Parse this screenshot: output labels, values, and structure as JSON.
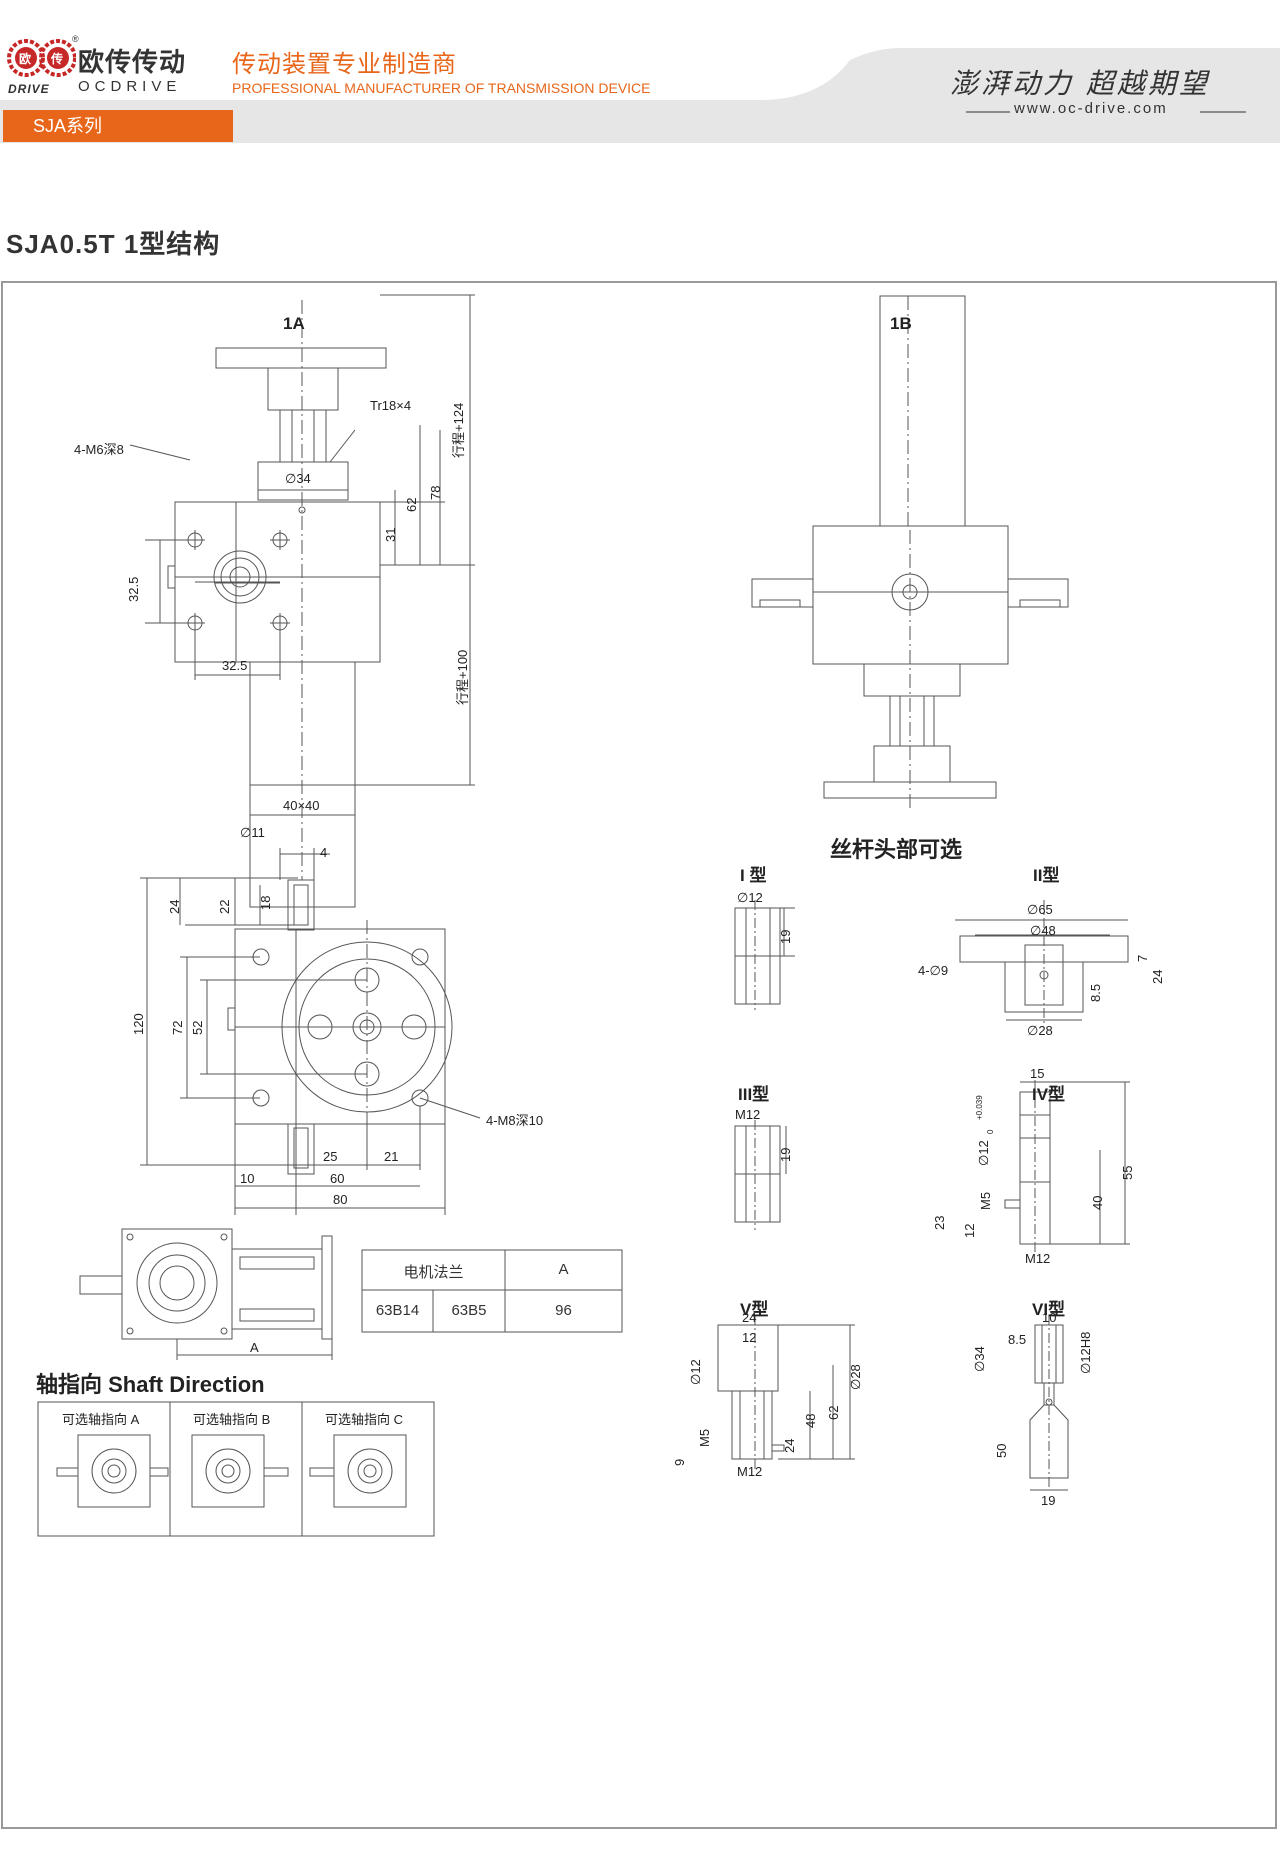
{
  "header": {
    "brand_cn": "欧传传动",
    "brand_en_left": "DRIVE",
    "brand_en_right": "OCDRIVE",
    "logo_gear1": "欧",
    "logo_gear2": "传",
    "registered": "®",
    "tagline_cn": "传动装置专业制造商",
    "tagline_en": "PROFESSIONAL MANUFACTURER OF TRANSMISSION DEVICE",
    "slogan": "澎湃动力 超越期望",
    "website": "www.oc-drive.com",
    "series_tab": "SJA系列"
  },
  "page_title": "SJA0.5T 1型结构",
  "views": {
    "view_1a": "1A",
    "view_1b": "1B",
    "thread": "Tr18×4",
    "dia34": "∅34",
    "holes_top": "4-M6深8",
    "dim_32_5_v": "32.5",
    "dim_32_5_h": "32.5",
    "dim_62": "62",
    "dim_78": "78",
    "dim_31": "31",
    "stroke_124": "行程+124",
    "stroke_100": "行程+100",
    "dim_40x40": "40×40"
  },
  "front": {
    "dia11": "∅11",
    "d4": "4",
    "d24": "24",
    "d22": "22",
    "d18": "18",
    "d120": "120",
    "d72": "72",
    "d52": "52",
    "holes": "4-M8深10",
    "d25": "25",
    "d21": "21",
    "d10": "10",
    "d60": "60",
    "d80": "80",
    "dimA": "A"
  },
  "motor_table": {
    "header_flange": "电机法兰",
    "header_a": "A",
    "flange_1": "63B14",
    "flange_2": "63B5",
    "value_a": "96"
  },
  "shaft_direction": {
    "title": "轴指向 Shaft Direction",
    "option_a": "可选轴指向 A",
    "option_b": "可选轴指向 B",
    "option_c": "可选轴指向 C"
  },
  "screw_heads": {
    "title": "丝杆头部可选",
    "type1": {
      "name": "I 型",
      "d1": "∅12",
      "d2": "19"
    },
    "type2": {
      "name": "II型",
      "d1": "∅65",
      "d2": "∅48",
      "d3": "4-∅9",
      "d4": "7",
      "d5": "24",
      "d6": "8.5",
      "d7": "∅28"
    },
    "type3": {
      "name": "III型",
      "d1": "M12",
      "d2": "19"
    },
    "type4": {
      "name": "IV型",
      "d1": "15",
      "d2": "∅12",
      "d2_tol": "+0.039",
      "d2_tol0": "0",
      "d3": "55",
      "d4": "40",
      "d5": "M5",
      "d6": "23",
      "d7": "12",
      "d8": "M12"
    },
    "type5": {
      "name": "V型",
      "d1": "24",
      "d2": "12",
      "d3": "∅28",
      "d4": "∅12",
      "d5": "62",
      "d6": "48",
      "d7": "M5",
      "d8": "24",
      "d9": "9",
      "d10": "M12"
    },
    "type6": {
      "name": "VI型",
      "d1": "10",
      "d2": "8.5",
      "d3": "∅34",
      "d4": "∅12H8",
      "d5": "50",
      "d6": "19"
    }
  },
  "colors": {
    "accent": "#e8661a",
    "header_grey": "#e6e6e6",
    "line": "#555555"
  }
}
